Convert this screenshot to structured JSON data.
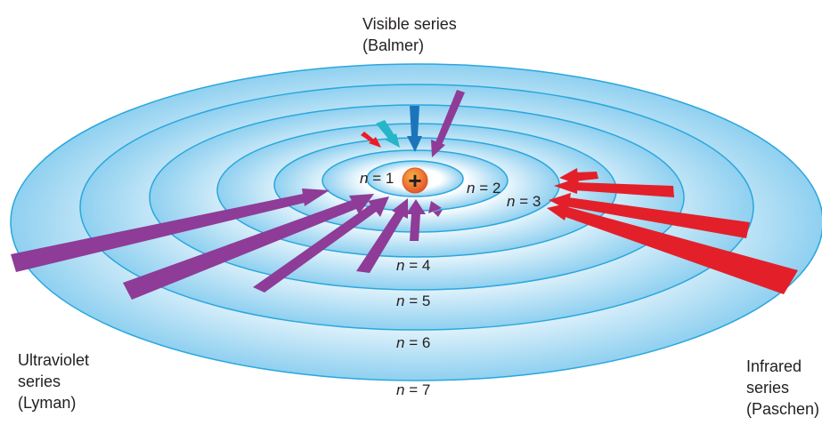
{
  "series": {
    "visible": {
      "line1": "Visible series",
      "line2": "(Balmer)"
    },
    "ultraviolet": {
      "line1": "Ultraviolet",
      "line2": "series",
      "line3": "(Lyman)"
    },
    "infrared": {
      "line1": "Infrared",
      "line2": "series",
      "line3": "(Paschen)"
    }
  },
  "orbits": [
    {
      "n_symbol": "n",
      "value_text": " = 1"
    },
    {
      "n_symbol": "n",
      "value_text": " = 2"
    },
    {
      "n_symbol": "n",
      "value_text": " = 3"
    },
    {
      "n_symbol": "n",
      "value_text": " = 4"
    },
    {
      "n_symbol": "n",
      "value_text": " = 5"
    },
    {
      "n_symbol": "n",
      "value_text": " = 6"
    },
    {
      "n_symbol": "n",
      "value_text": " = 7"
    }
  ],
  "nucleus": {
    "sign": "+"
  },
  "colors": {
    "orbit_stroke": "#2aa7dd",
    "orbit_fill_edge": "#8fd0f0",
    "orbit_fill_center": "#ffffff",
    "lyman": "#8e3c97",
    "balmer_blue": "#1c75bc",
    "balmer_cyan": "#27b5c8",
    "balmer_red": "#ed1c24",
    "paschen": "#e3202a",
    "nucleus_outer": "#f26522",
    "nucleus_inner": "#f7941d"
  }
}
